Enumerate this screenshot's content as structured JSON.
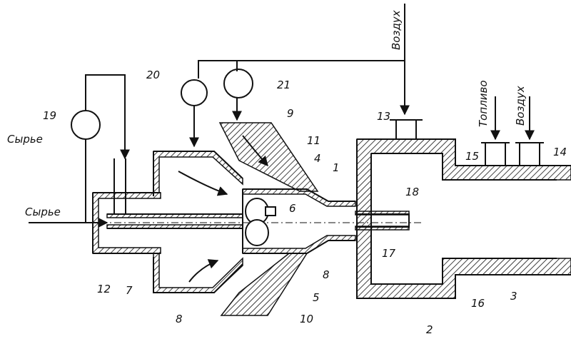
{
  "text_labels": {
    "raw_material_left": "Сырье",
    "raw_material_inlet": "Сырье",
    "air_top": "Воздух",
    "fuel": "Топливо",
    "air_right": "Воздух"
  },
  "part_numbers": {
    "n1": "1",
    "n2": "2",
    "n3": "3",
    "n4": "4",
    "n5": "5",
    "n6": "6",
    "n7": "7",
    "n8a": "8",
    "n8b": "8",
    "n9": "9",
    "n10": "10",
    "n11": "11",
    "n12": "12",
    "n13": "13",
    "n14": "14",
    "n15": "15",
    "n16": "16",
    "n17": "17",
    "n18": "18",
    "n19": "19",
    "n20": "20",
    "n21": "21"
  },
  "colors": {
    "line": "#111111",
    "background": "#ffffff"
  }
}
